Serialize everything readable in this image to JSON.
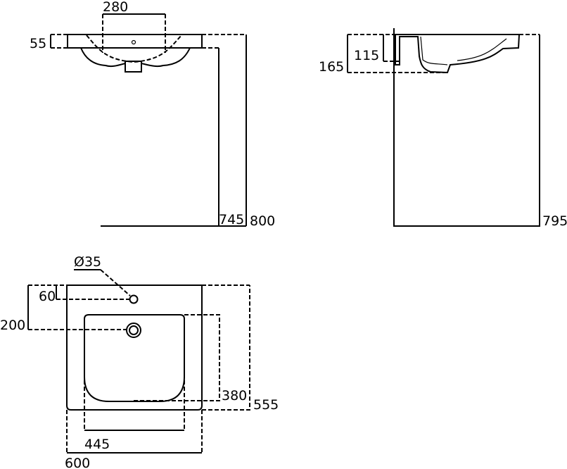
{
  "front_view": {
    "width_taps": "280",
    "rim_height": "55",
    "height_to_rim_bottom": "745",
    "height_to_top": "800"
  },
  "side_view": {
    "bowl_depth": "115",
    "overall_depth": "165",
    "height_to_top": "795"
  },
  "top_view": {
    "tap_hole_diameter": "Ø35",
    "tap_hole_offset": "60",
    "drain_offset": "200",
    "bowl_depth": "380",
    "overall_depth": "555",
    "bowl_width": "445",
    "overall_width": "600"
  },
  "colors": {
    "line": "#000000",
    "background": "#ffffff"
  }
}
